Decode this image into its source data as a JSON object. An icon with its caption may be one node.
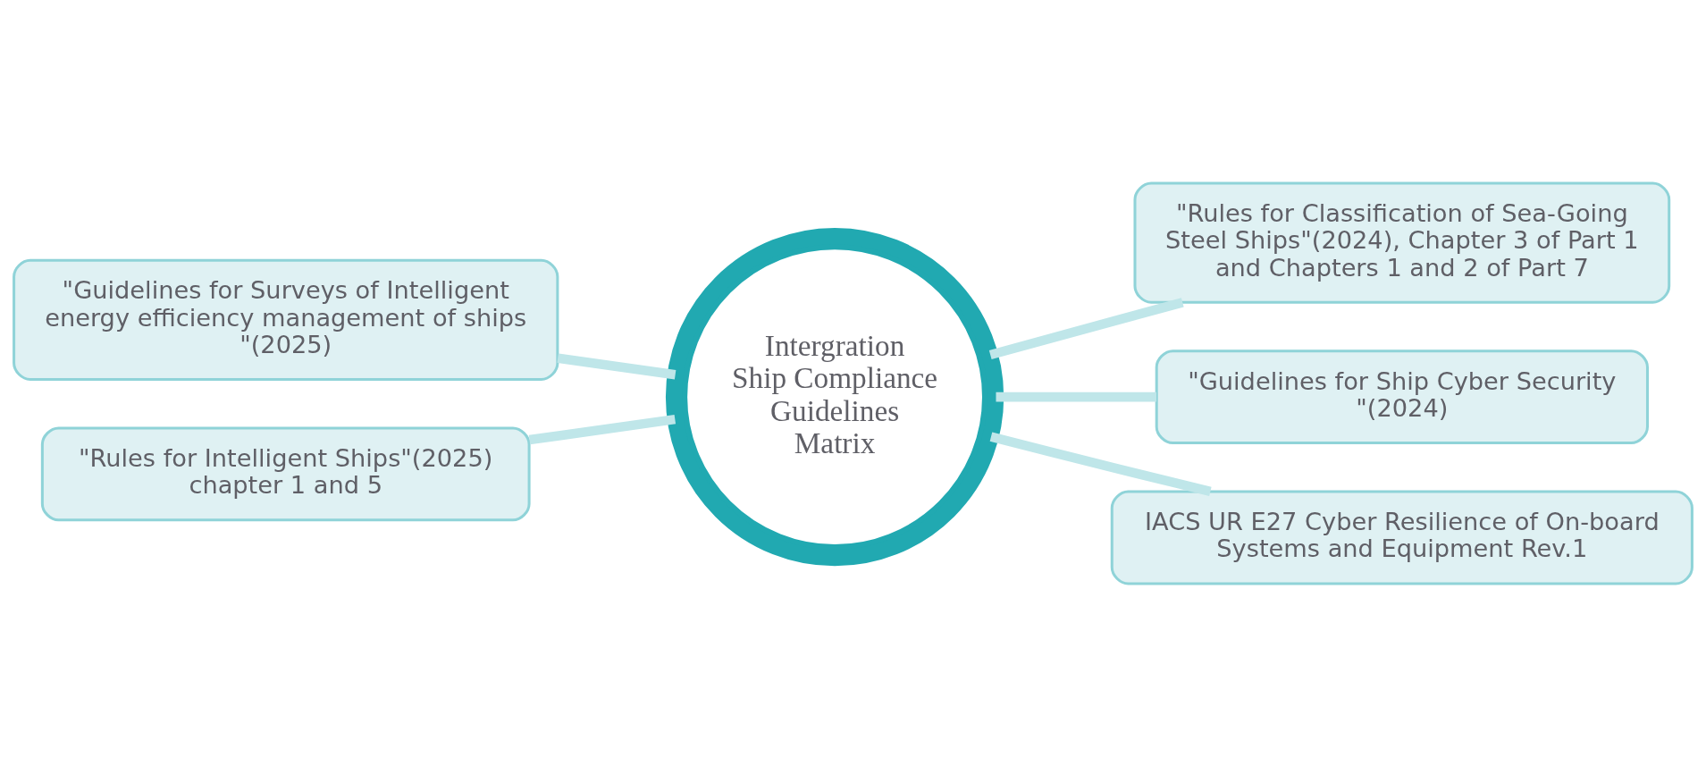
{
  "diagram": {
    "nodes": [
      {
        "text": [
          "Intergration Ship Compliance Guidelines Matrix"
        ]
      },
      {
        "text": [
          "\"Guidelines for Surveys of Intelligent energy efficiency management of ships \"(2025)"
        ]
      },
      {
        "text": [
          "\"Rules for Intelligent Ships\"(2025) chapter 1 and 5"
        ]
      },
      {
        "text": [
          "\"Rules for Classification of Sea-Going Steel Ships\"(2024), Chapter 3 of Part 1 and Chapters 1 and 2 of Part 7"
        ]
      },
      {
        "text": [
          "\"Guidelines for Ship Cyber Security \"(2024)"
        ]
      },
      {
        "text": [
          "IACS UR E27 Cyber Resilience of On-board Systems and Equipment Rev.1"
        ]
      }
    ],
    "edges": [
      {
        "from": 1,
        "to": 0,
        "arrow": "none"
      },
      {
        "from": 2,
        "to": 0,
        "arrow": "none"
      },
      {
        "from": 0,
        "to": 3,
        "arrow": "none"
      },
      {
        "from": 0,
        "to": 4,
        "arrow": "none"
      },
      {
        "from": 0,
        "to": 5,
        "arrow": "none"
      }
    ]
  }
}
